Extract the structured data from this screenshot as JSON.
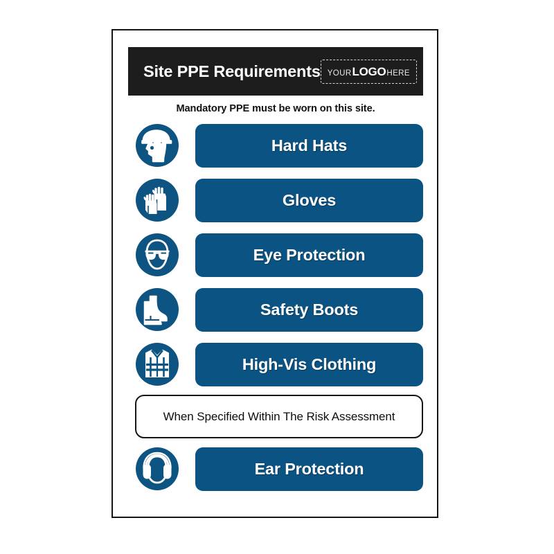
{
  "sign": {
    "header": {
      "title": "Site PPE Requirements",
      "logo": {
        "pre": "YOUR",
        "main": "LOGO",
        "post": "HERE"
      }
    },
    "subtitle": "Mandatory PPE must be worn on this site.",
    "colors": {
      "header_background": "#1d1d1d",
      "bar_blue": "#0a5383",
      "icon_blue": "#0d5482",
      "sign_border": "#141414",
      "background": "#ffffff",
      "label_text": "#ffffff"
    },
    "ppe_items": [
      {
        "label": "Hard Hats",
        "icon": "hard-hat-icon"
      },
      {
        "label": "Gloves",
        "icon": "gloves-icon"
      },
      {
        "label": "Eye Protection",
        "icon": "eye-protection-icon"
      },
      {
        "label": "Safety Boots",
        "icon": "safety-boots-icon"
      },
      {
        "label": "High-Vis Clothing",
        "icon": "high-vis-vest-icon"
      }
    ],
    "note": {
      "text": "When Specified Within The Risk Assessment"
    },
    "conditional_items": [
      {
        "label": "Ear Protection",
        "icon": "ear-protection-icon"
      }
    ]
  }
}
